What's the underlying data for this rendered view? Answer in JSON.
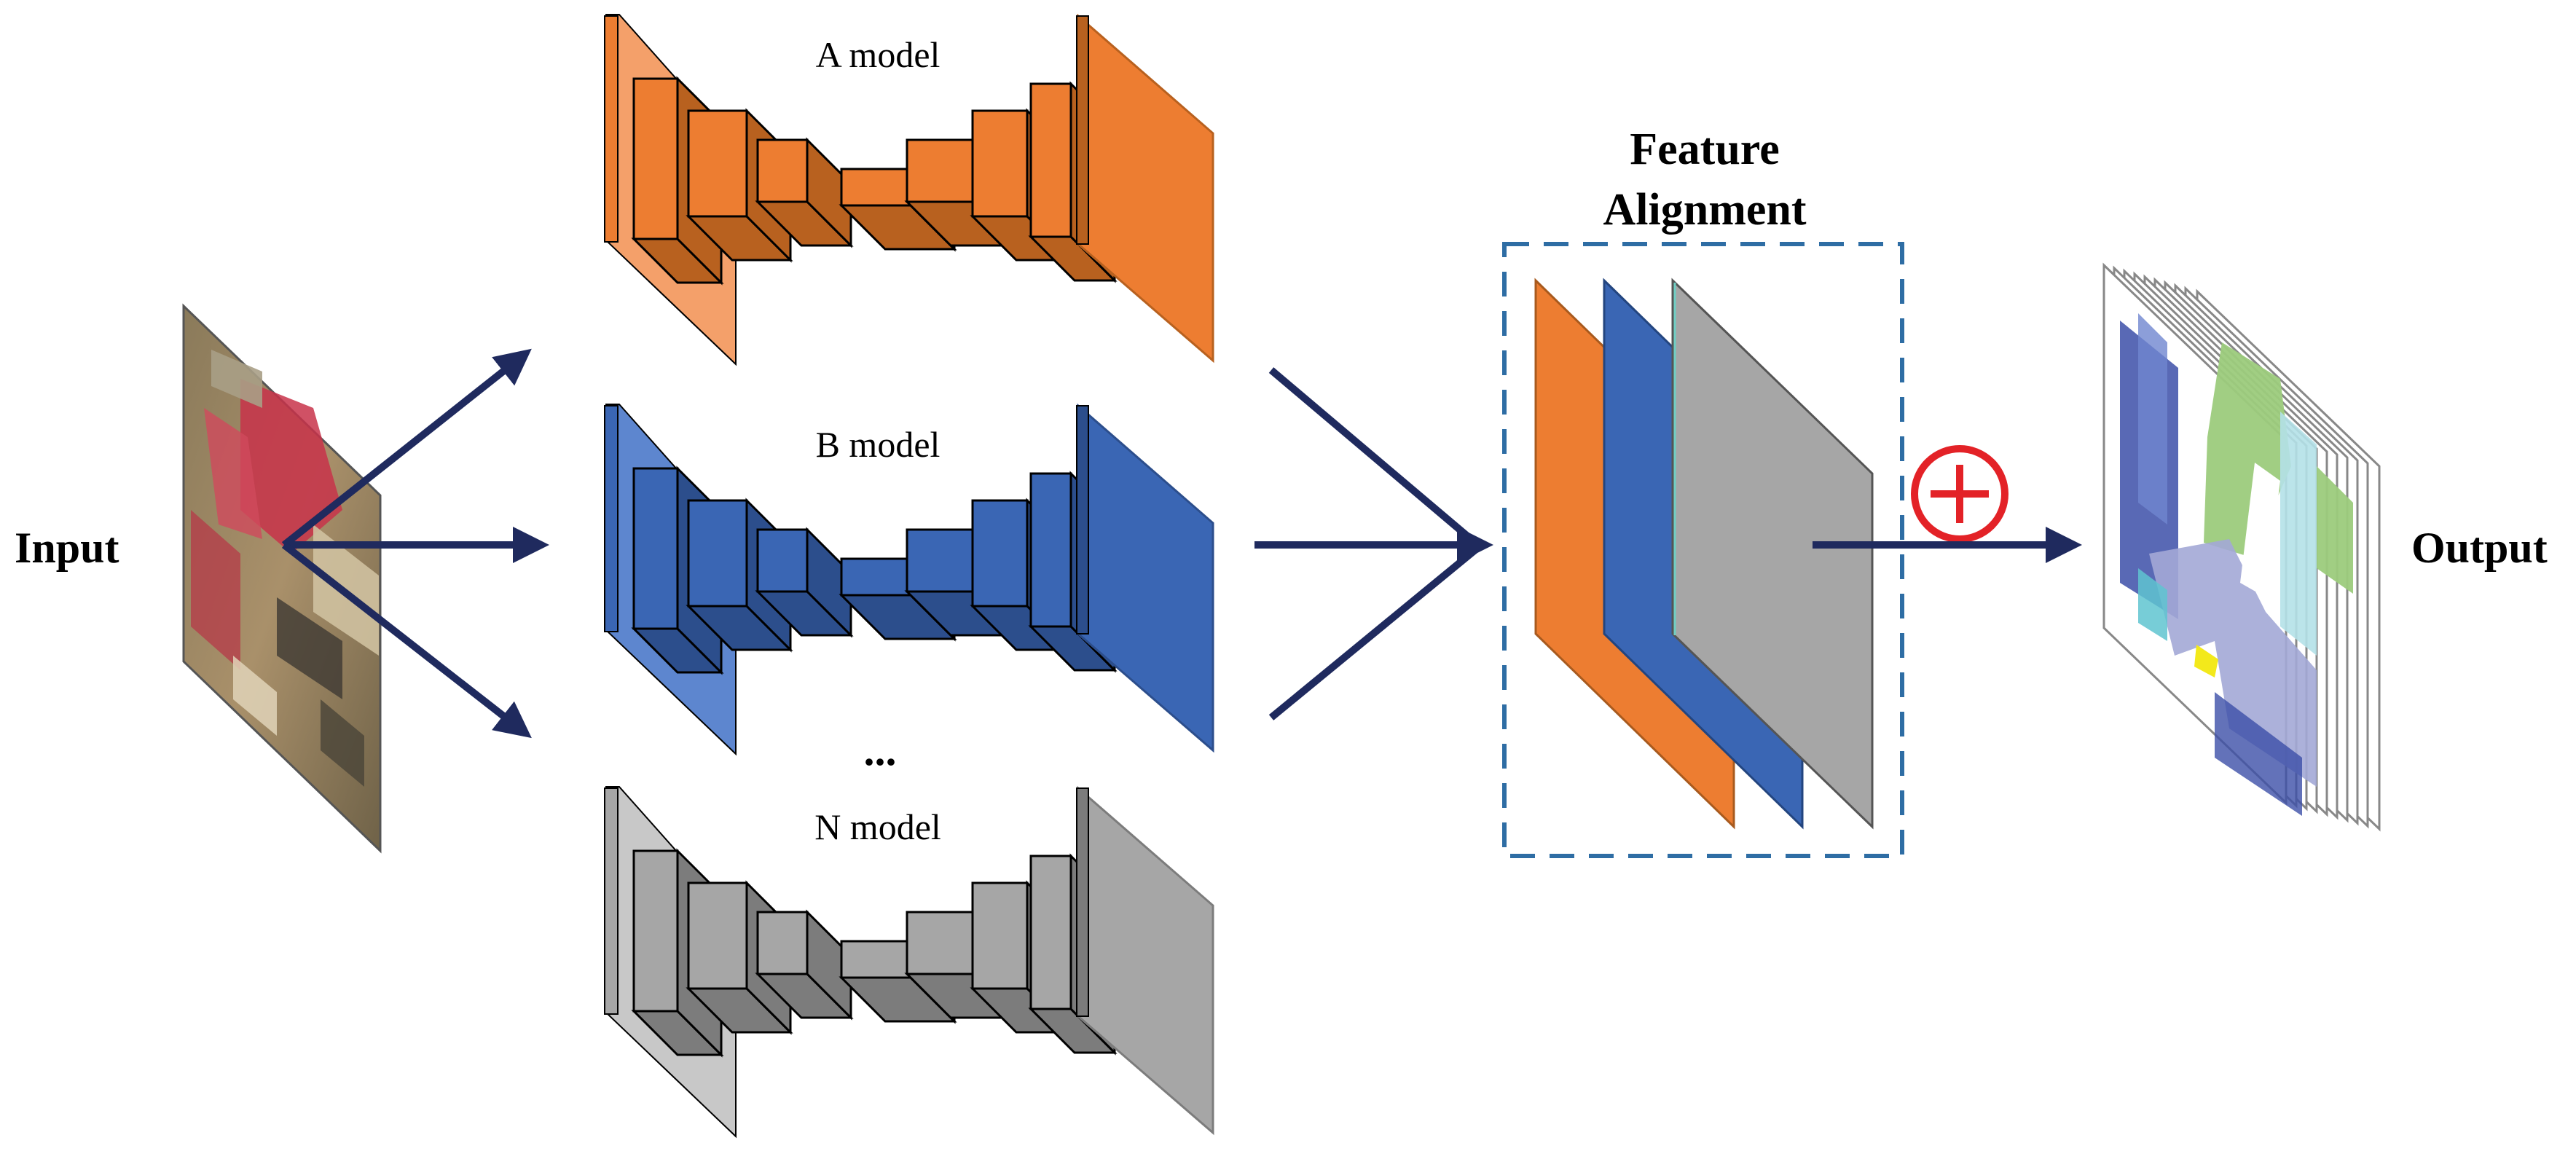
{
  "diagram": {
    "input_label": "Input",
    "output_label": "Output",
    "ellipsis": "...",
    "alignment_title_line1": "Feature",
    "alignment_title_line2": "Alignment",
    "plus_symbol": "+",
    "models": [
      {
        "label": "A model",
        "color": "#ED7D31",
        "dark": "#B8611F",
        "light": "#F4A06A"
      },
      {
        "label": "B model",
        "color": "#3A66B4",
        "dark": "#2C4E8C",
        "light": "#5D86CF"
      },
      {
        "label": "N model",
        "color": "#A6A6A6",
        "dark": "#7C7C7C",
        "light": "#C8C8C8"
      }
    ],
    "alignment_sheets": [
      {
        "name": "orange",
        "color": "#ED7D31"
      },
      {
        "name": "blue",
        "color": "#3A66B4"
      },
      {
        "name": "gray",
        "color": "#A6A6A6"
      }
    ],
    "arrow_color": "#1F2A5E",
    "dashed_box_color": "#2E6DA4",
    "plus_color": "#E32227"
  }
}
